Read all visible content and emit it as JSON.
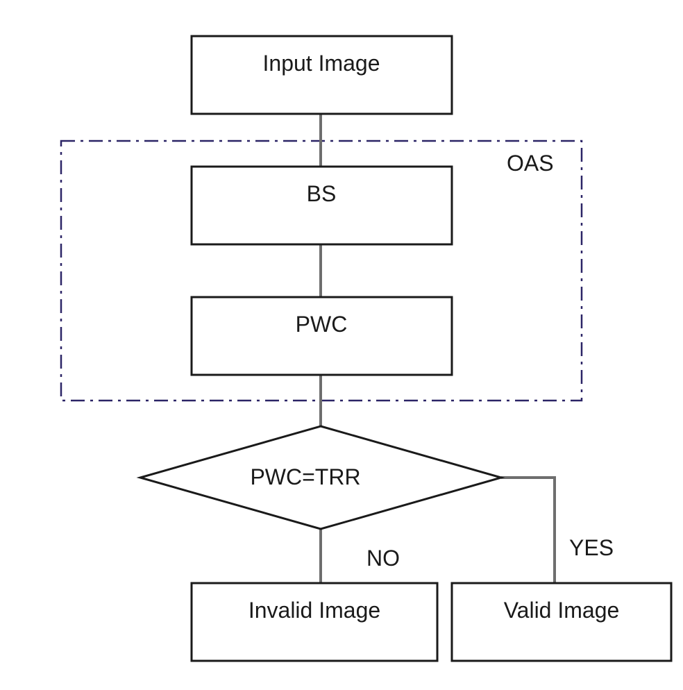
{
  "diagram": {
    "type": "flowchart",
    "nodes": {
      "input": {
        "label": "Input Image",
        "shape": "rectangle"
      },
      "bs": {
        "label": "BS",
        "shape": "rectangle"
      },
      "pwc": {
        "label": "PWC",
        "shape": "rectangle"
      },
      "decision": {
        "label": "PWC=TRR",
        "shape": "diamond"
      },
      "invalid": {
        "label": "Invalid Image",
        "shape": "rectangle"
      },
      "valid": {
        "label": "Valid Image",
        "shape": "rectangle"
      }
    },
    "group": {
      "label": "OAS",
      "contains": [
        "bs",
        "pwc"
      ]
    },
    "edges": [
      {
        "from": "input",
        "to": "bs",
        "label": ""
      },
      {
        "from": "bs",
        "to": "pwc",
        "label": ""
      },
      {
        "from": "pwc",
        "to": "decision",
        "label": ""
      },
      {
        "from": "decision",
        "to": "invalid",
        "label": "NO"
      },
      {
        "from": "decision",
        "to": "valid",
        "label": "YES"
      }
    ],
    "colors": {
      "group_border": "#2b2466",
      "connector": "#6e6e6e",
      "box_border": "#1a1a1a"
    }
  }
}
